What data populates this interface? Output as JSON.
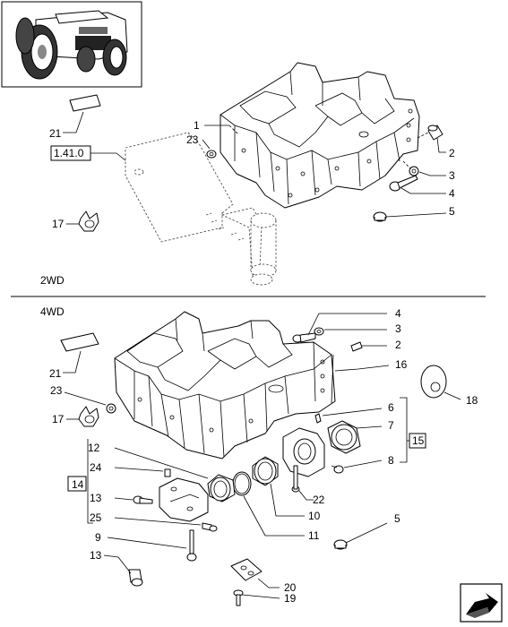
{
  "sections": {
    "top": "2WD",
    "bottom": "4WD"
  },
  "ref_box": "1.41.0",
  "group_boxes": {
    "g14": "14",
    "g15": "15"
  },
  "callouts": {
    "c1": "1",
    "c2": "2",
    "c3": "3",
    "c4": "4",
    "c5": "5",
    "c17": "17",
    "c21": "21",
    "c23": "23",
    "d4": "4",
    "d3": "3",
    "d2": "2",
    "d16": "16",
    "d18": "18",
    "d21": "21",
    "d23": "23",
    "d17": "17",
    "d6": "6",
    "d7": "7",
    "d8": "8",
    "d12": "12",
    "d24": "24",
    "d13": "13",
    "d25": "25",
    "d9": "9",
    "d22": "22",
    "d10": "10",
    "d11": "11",
    "d5": "5",
    "d13b": "13",
    "d20": "20",
    "d19": "19"
  },
  "colors": {
    "line": "#000000",
    "background": "#ffffff",
    "tractor_panel": "#222222"
  },
  "icons": {
    "tractor": "tractor-thumbnail-icon",
    "next": "next-page-arrow-icon"
  }
}
